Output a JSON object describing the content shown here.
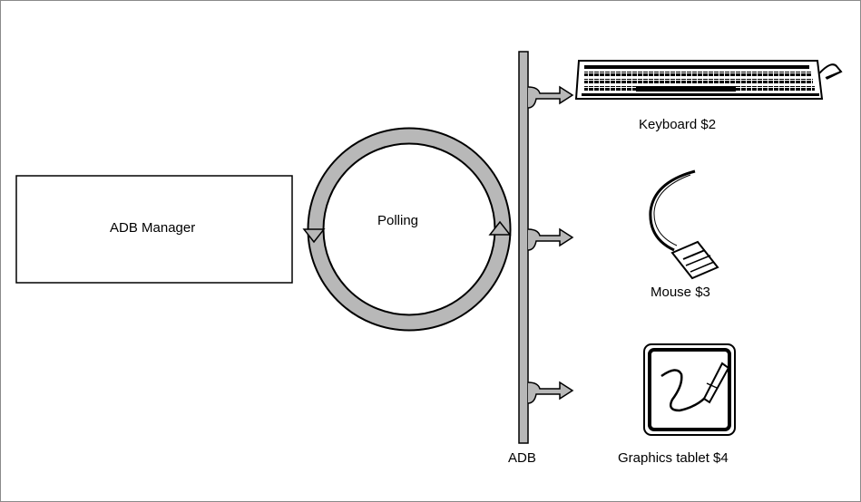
{
  "manager": {
    "label": "ADB Manager"
  },
  "polling": {
    "label": "Polling"
  },
  "bus": {
    "label": "ADB"
  },
  "devices": [
    {
      "label": "Keyboard $2",
      "icon": "keyboard-icon"
    },
    {
      "label": "Mouse $3",
      "icon": "mouse-icon"
    },
    {
      "label": "Graphics tablet $4",
      "icon": "graphics-tablet-icon"
    }
  ],
  "colors": {
    "bus_fill": "#b8b8b8",
    "stroke": "#000000",
    "frame": "#8a8a8a"
  }
}
